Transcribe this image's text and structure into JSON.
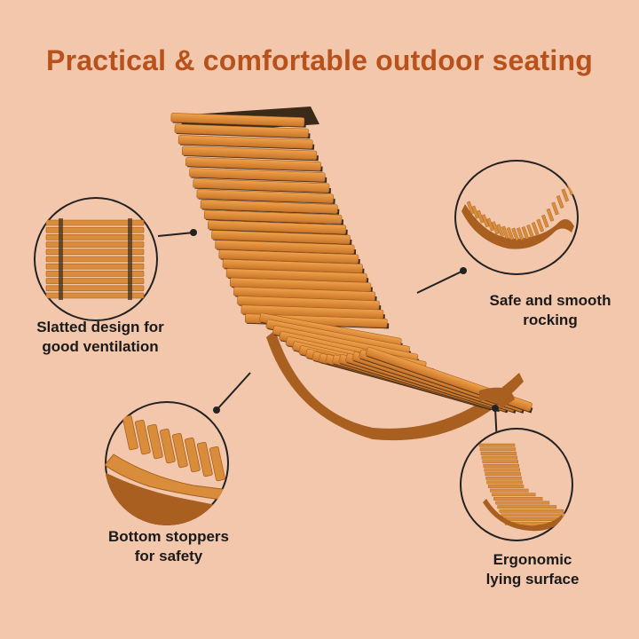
{
  "title": "Practical & comfortable outdoor seating",
  "colors": {
    "background": "#f3c7ac",
    "title": "#b8511c",
    "wood": "#d98d3a",
    "wood_dark": "#a85f1f",
    "slat_gap": "#3a2a1a",
    "outline": "#222222"
  },
  "features": [
    {
      "id": "slatted",
      "icon": "slatted-back-detail",
      "line1": "Slatted design for",
      "line2": "good ventilation"
    },
    {
      "id": "rocking",
      "icon": "rocking-side-view",
      "line1": "Safe and smooth",
      "line2": "rocking"
    },
    {
      "id": "stoppers",
      "icon": "bottom-stopper-detail",
      "line1": "Bottom stoppers",
      "line2": "for safety"
    },
    {
      "id": "ergonomic",
      "icon": "lounger-front-view",
      "line1": "Ergonomic",
      "line2": "lying surface"
    }
  ]
}
